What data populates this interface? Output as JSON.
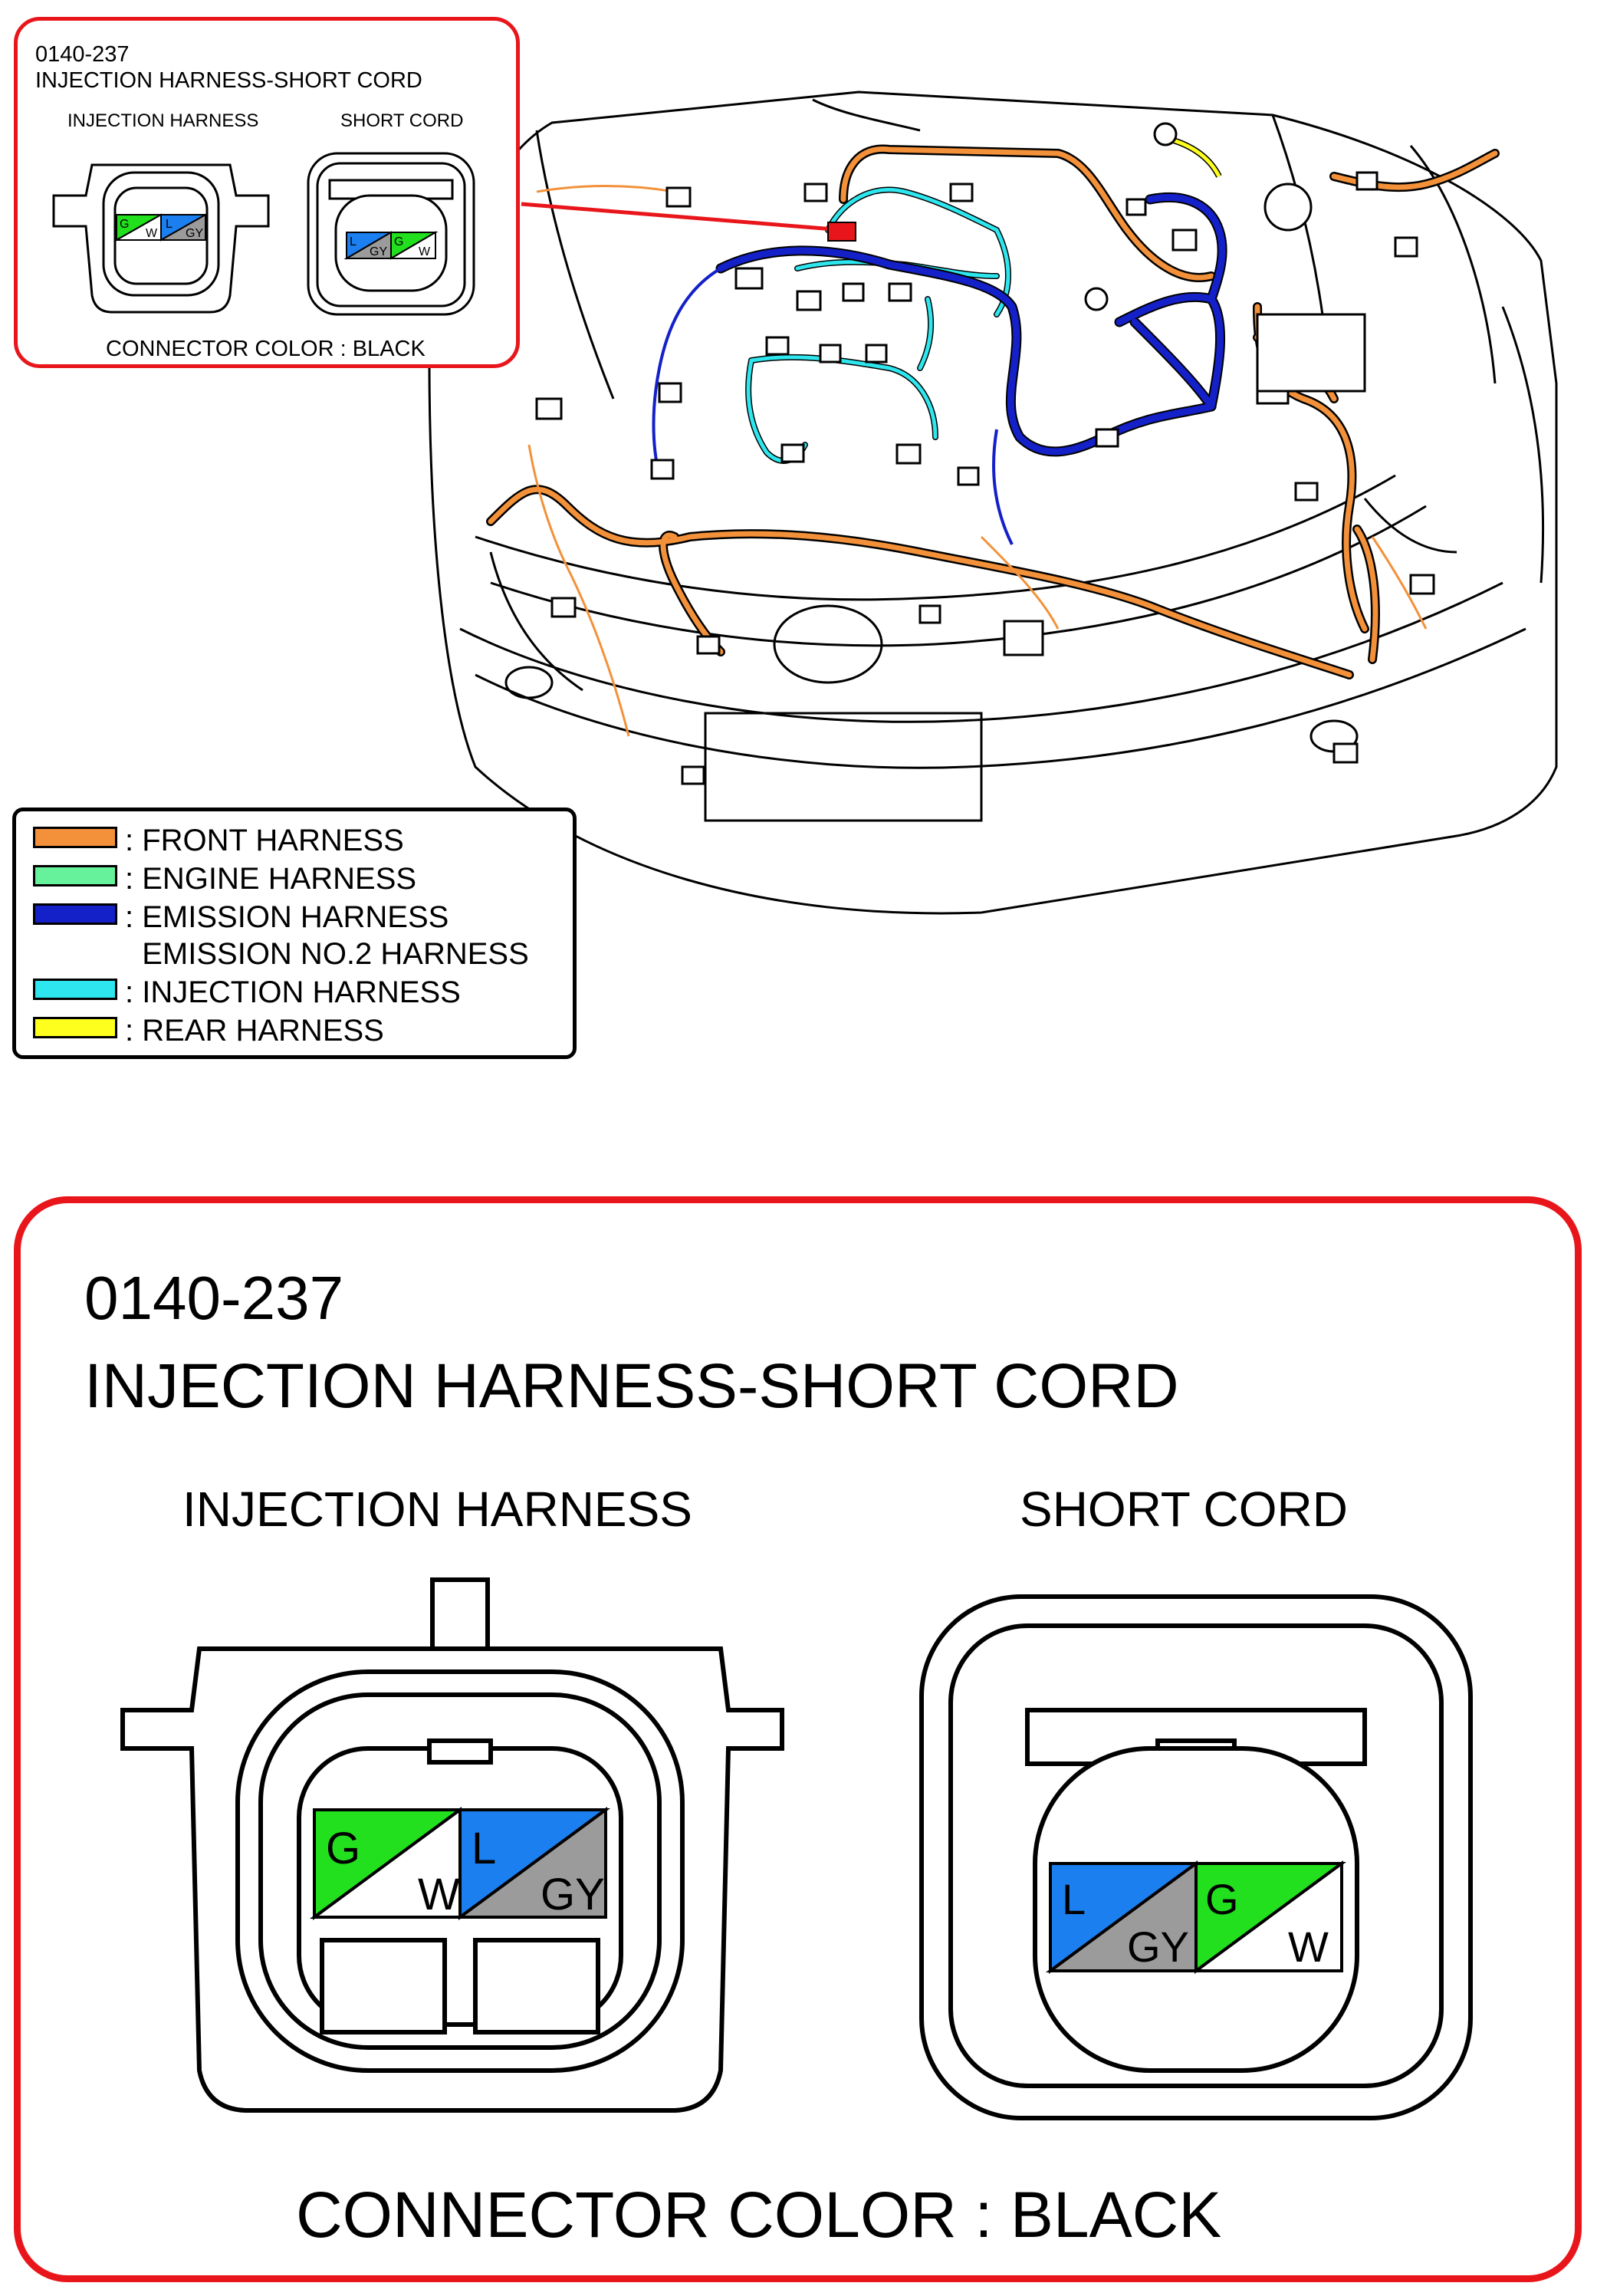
{
  "inset": {
    "code": "0140-237",
    "title": "INJECTION HARNESS-SHORT CORD",
    "left_label": "INJECTION HARNESS",
    "right_label": "SHORT CORD",
    "connector_color": "CONNECTOR COLOR : BLACK"
  },
  "detail": {
    "code": "0140-237",
    "title": "INJECTION HARNESS-SHORT CORD",
    "left_label": "INJECTION HARNESS",
    "right_label": "SHORT CORD",
    "connector_color": "CONNECTOR COLOR : BLACK"
  },
  "injection_connector": {
    "pins": [
      {
        "main": "G",
        "stripe": "W",
        "main_color": "#22e01e",
        "stripe_color": "#ffffff"
      },
      {
        "main": "L",
        "stripe": "GY",
        "main_color": "#1b7ff0",
        "stripe_color": "#9b9b9b"
      }
    ]
  },
  "short_cord_connector": {
    "pins": [
      {
        "main": "L",
        "stripe": "GY",
        "main_color": "#1b7ff0",
        "stripe_color": "#9b9b9b"
      },
      {
        "main": "G",
        "stripe": "W",
        "main_color": "#22e01e",
        "stripe_color": "#ffffff"
      }
    ]
  },
  "legend": {
    "items": [
      {
        "color": "#f3913a",
        "label": ": FRONT HARNESS"
      },
      {
        "color": "#66f29a",
        "label": ": ENGINE HARNESS"
      },
      {
        "color": "#1420c8",
        "label": ": EMISSION HARNESS\n  EMISSION NO.2 HARNESS"
      },
      {
        "color": "#2ee6ee",
        "label": ": INJECTION HARNESS"
      },
      {
        "color": "#ffff1e",
        "label": ": REAR HARNESS"
      }
    ]
  },
  "colors": {
    "frame_red": "#e8161b",
    "front_harness": "#f3913a",
    "emission_harness": "#1420c8",
    "injection_harness": "#2ee6ee",
    "rear_harness": "#ffff1e"
  }
}
